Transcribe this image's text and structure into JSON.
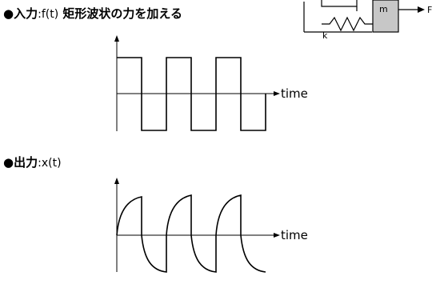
{
  "input": {
    "bullet": "●",
    "label": "入力",
    "signal": ":f(t)",
    "description": "矩形波状の力を加える"
  },
  "output": {
    "bullet": "●",
    "label": "出力",
    "signal": ":x(t)"
  },
  "graphs": {
    "input_time_label": "time",
    "output_time_label": "time"
  },
  "mechanical_diagram": {
    "mass_label": "m",
    "spring_label": "k",
    "force_label": "F"
  }
}
